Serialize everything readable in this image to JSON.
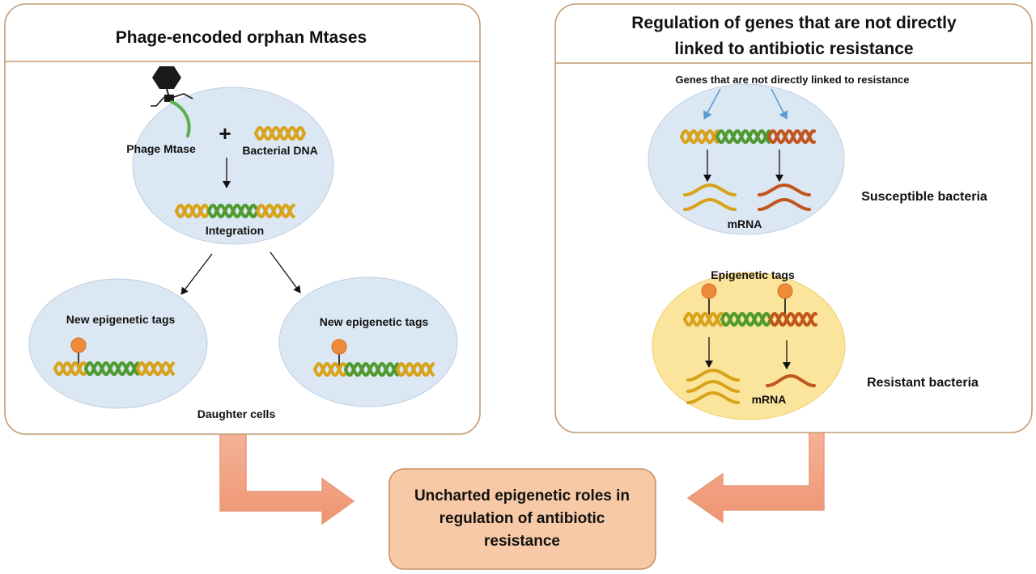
{
  "left_panel": {
    "title": "Phage-encoded orphan Mtases",
    "phage_label": "Phage Mtase",
    "plus": "+",
    "bacterial_dna_label": "Bacterial DNA",
    "integration_label": "Integration",
    "daughter_left_label": "New epigenetic tags",
    "daughter_right_label": "New epigenetic tags",
    "daughter_cells_label": "Daughter cells"
  },
  "right_panel": {
    "title_line1": "Regulation of genes that are not directly",
    "title_line2": "linked to antibiotic resistance",
    "genes_label": "Genes that are not directly linked to resistance",
    "mrna_label_top": "mRNA",
    "susceptible_label": "Susceptible bacteria",
    "epigenetic_tags_label": "Epigenetic tags",
    "mrna_label_bottom": "mRNA",
    "resistant_label": "Resistant bacteria"
  },
  "result_box": {
    "line1": "Uncharted epigenetic roles in",
    "line2": "regulation of  antibiotic",
    "line3": "resistance"
  },
  "colors": {
    "panel_border": "#c49a74",
    "cell_fill": "#dbe7f3",
    "resistant_cell_fill": "#fbe49b",
    "dna_yellow": "#d8a31a",
    "dna_green": "#4e9a2e",
    "dna_brown": "#c0561d",
    "tag_orange": "#ee8b3a",
    "arrow_blue": "#5b9bd5",
    "result_fill": "#f7c9a6",
    "big_arrow": "#f1a07e"
  }
}
